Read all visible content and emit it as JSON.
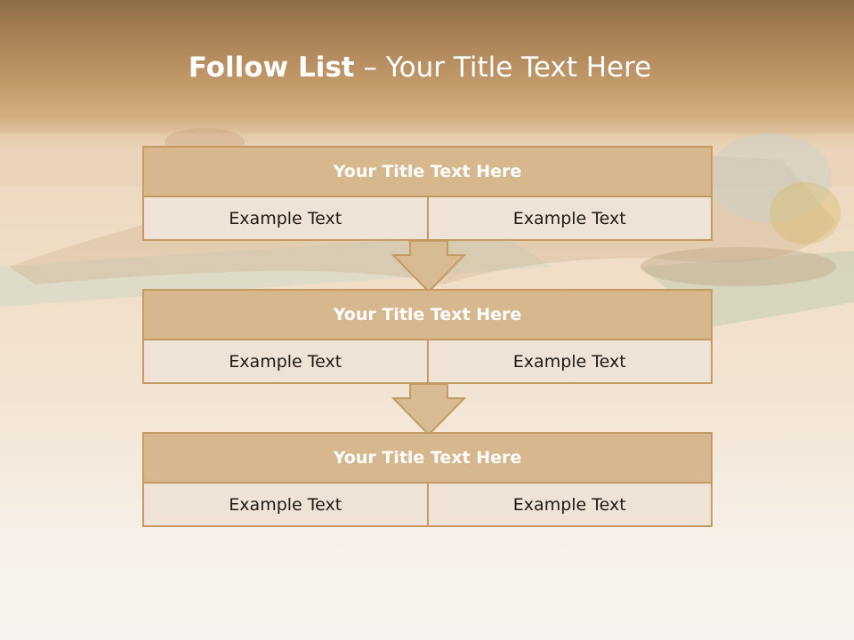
{
  "slide": {
    "title_bold": "Follow List",
    "title_rest": " – Your Title Text Here"
  },
  "blocks": [
    {
      "title": "Your Title Text Here",
      "left": "Example Text",
      "right": "Example Text"
    },
    {
      "title": "Your Title Text Here",
      "left": "Example Text",
      "right": "Example Text"
    },
    {
      "title": "Your Title Text Here",
      "left": "Example Text",
      "right": "Example Text"
    }
  ],
  "colors": {
    "header_fill": "#d7b88e",
    "cell_fill": "#efe3d8",
    "border": "#c49a62",
    "arrow_fill": "#d9bb93"
  }
}
